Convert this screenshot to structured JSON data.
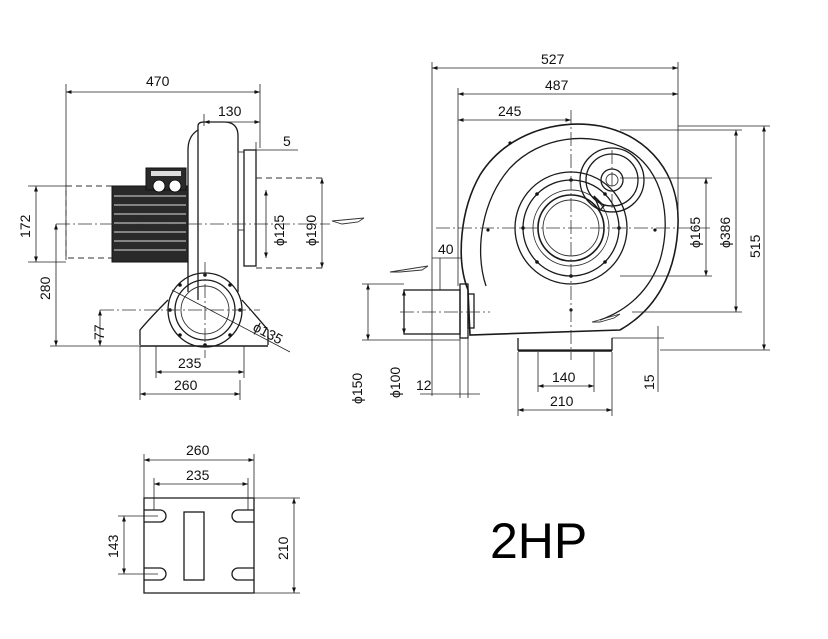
{
  "title": "2HP",
  "dimensions": {
    "side_view": {
      "overall_length": "470",
      "housing_width": "130",
      "flange_thickness": "5",
      "motor_height": "172",
      "center_height": "280",
      "inlet_center_height": "77",
      "inlet_flange_dia": "ϕ125",
      "outlet_dia": "ϕ190",
      "inlet_dia": "ϕ135",
      "base_inner": "235",
      "base_outer": "260"
    },
    "front_view": {
      "overall_width": "527",
      "housing_width": "487",
      "center_offset": "245",
      "outlet_length": "40",
      "inner_dia": "ϕ165",
      "volute_dia": "ϕ386",
      "overall_height": "515",
      "outlet_flange_dia": "ϕ150",
      "outlet_dia": "ϕ100",
      "flange_thickness": "12",
      "base_hole_spacing": "140",
      "base_width": "210",
      "base_thickness": "15"
    },
    "base_plate": {
      "length": "260",
      "hole_spacing_long": "235",
      "hole_spacing_short": "143",
      "width": "210"
    }
  }
}
